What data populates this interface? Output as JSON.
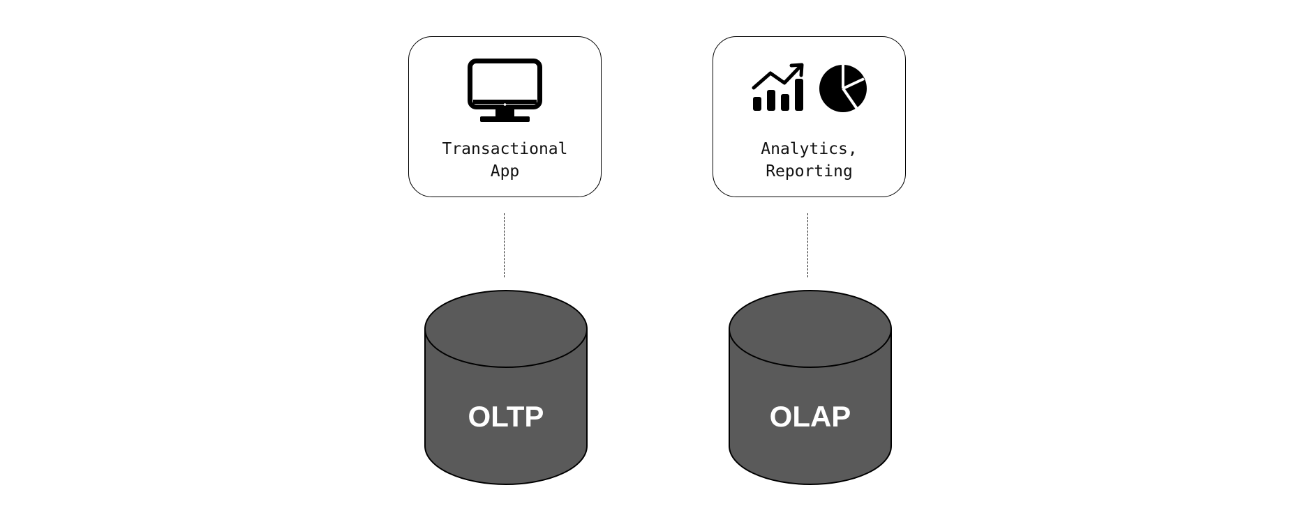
{
  "diagram": {
    "nodes": [
      {
        "id": "transactional-app",
        "label": "Transactional\nApp",
        "icon": "monitor-icon"
      },
      {
        "id": "analytics-reporting",
        "label": "Analytics,\nReporting",
        "icon": [
          "bar-chart-trend-icon",
          "pie-chart-icon"
        ]
      },
      {
        "id": "oltp",
        "label": "OLTP",
        "shape": "database-cylinder"
      },
      {
        "id": "olap",
        "label": "OLAP",
        "shape": "database-cylinder"
      }
    ],
    "edges": [
      {
        "from": "transactional-app",
        "to": "oltp",
        "style": "dashed"
      },
      {
        "from": "analytics-reporting",
        "to": "olap",
        "style": "dashed"
      }
    ]
  },
  "colors": {
    "cylinder_fill": "#5a5a5a",
    "stroke": "#000000",
    "db_label": "#ffffff",
    "background": "#ffffff"
  }
}
